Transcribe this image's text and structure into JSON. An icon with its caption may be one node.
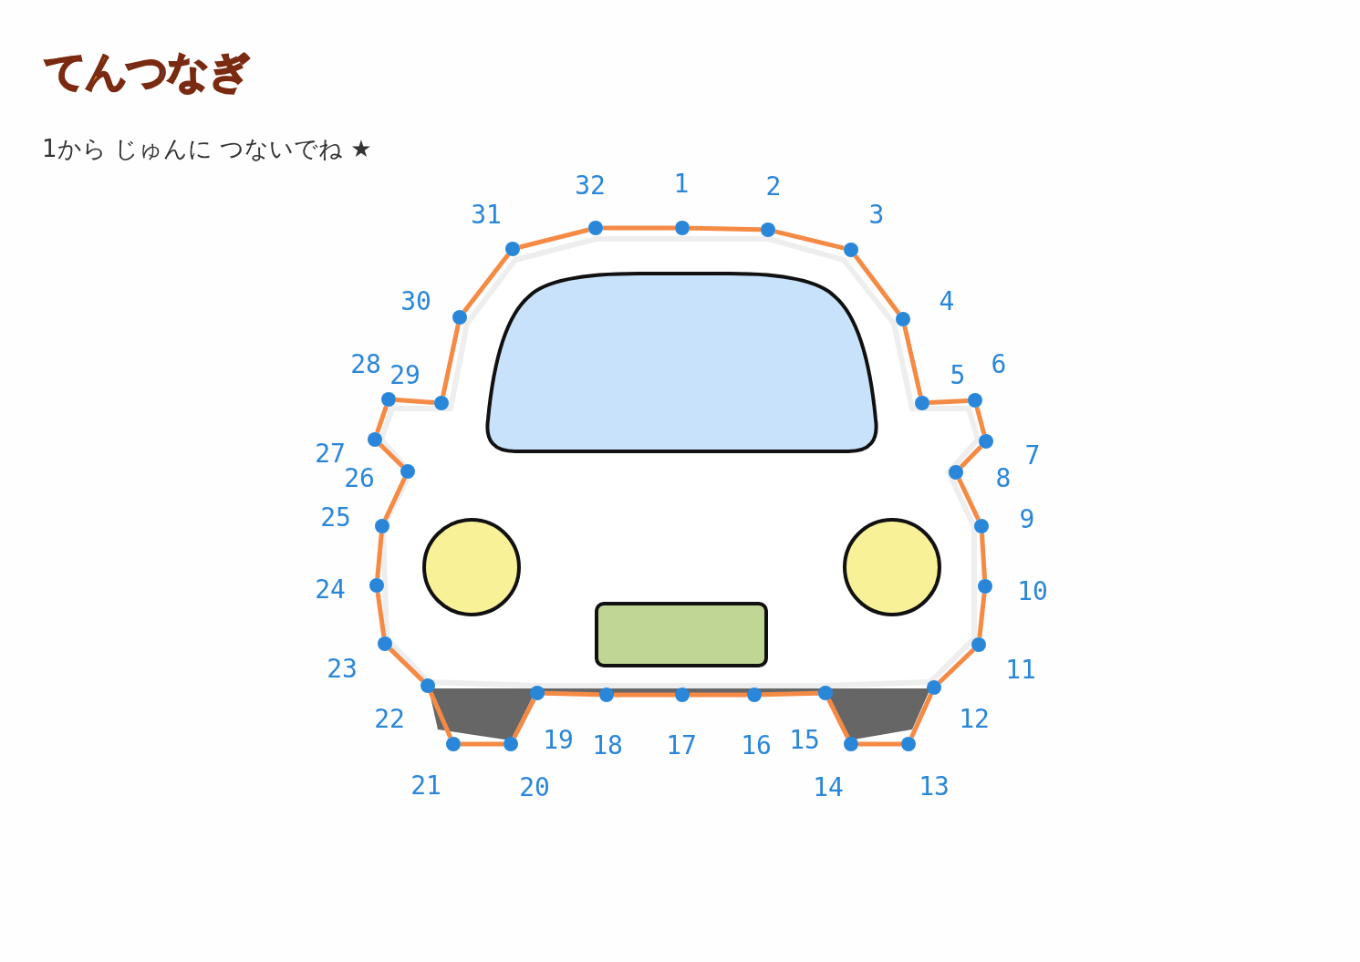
{
  "diagram": {
    "title": "てんつなぎ",
    "labels": [
      "1から じゅんに つないでね ★"
    ],
    "nodes": [
      {
        "text": [],
        "shape": "circle",
        "beside": [
          "1"
        ]
      },
      {
        "text": [],
        "shape": "circle",
        "beside": [
          "2"
        ]
      },
      {
        "text": [],
        "shape": "circle",
        "beside": [
          "3"
        ]
      },
      {
        "text": [],
        "shape": "circle",
        "beside": [
          "4"
        ]
      },
      {
        "text": [],
        "shape": "circle",
        "beside": [
          "5"
        ]
      },
      {
        "text": [],
        "shape": "circle",
        "beside": [
          "6"
        ]
      },
      {
        "text": [],
        "shape": "circle",
        "beside": [
          "7"
        ]
      },
      {
        "text": [],
        "shape": "circle",
        "beside": [
          "8"
        ]
      },
      {
        "text": [],
        "shape": "circle",
        "beside": [
          "9"
        ]
      },
      {
        "text": [],
        "shape": "circle",
        "beside": [
          "10"
        ]
      },
      {
        "text": [],
        "shape": "circle",
        "beside": [
          "11"
        ]
      },
      {
        "text": [],
        "shape": "circle",
        "beside": [
          "12"
        ]
      },
      {
        "text": [],
        "shape": "circle",
        "beside": [
          "13"
        ]
      },
      {
        "text": [],
        "shape": "circle",
        "beside": [
          "14"
        ]
      },
      {
        "text": [],
        "shape": "circle",
        "beside": [
          "15"
        ]
      },
      {
        "text": [],
        "shape": "circle",
        "beside": [
          "16"
        ]
      },
      {
        "text": [],
        "shape": "circle",
        "beside": [
          "17"
        ]
      },
      {
        "text": [],
        "shape": "circle",
        "beside": [
          "18"
        ]
      },
      {
        "text": [],
        "shape": "circle",
        "beside": [
          "19"
        ]
      },
      {
        "text": [],
        "shape": "circle",
        "beside": [
          "20"
        ]
      },
      {
        "text": [],
        "shape": "circle",
        "beside": [
          "21"
        ]
      },
      {
        "text": [],
        "shape": "circle",
        "beside": [
          "22"
        ]
      },
      {
        "text": [],
        "shape": "circle",
        "beside": [
          "23"
        ]
      },
      {
        "text": [],
        "shape": "circle",
        "beside": [
          "24"
        ]
      },
      {
        "text": [],
        "shape": "circle",
        "beside": [
          "25"
        ]
      },
      {
        "text": [],
        "shape": "circle",
        "beside": [
          "26"
        ]
      },
      {
        "text": [],
        "shape": "circle",
        "beside": [
          "27"
        ]
      },
      {
        "text": [],
        "shape": "circle",
        "beside": [
          "28"
        ]
      },
      {
        "text": [],
        "shape": "circle",
        "beside": [
          "29"
        ]
      },
      {
        "text": [],
        "shape": "circle",
        "beside": [
          "30"
        ]
      },
      {
        "text": [],
        "shape": "circle",
        "beside": [
          "31"
        ]
      },
      {
        "text": [],
        "shape": "circle",
        "beside": [
          "32"
        ]
      }
    ],
    "edges": [
      {
        "from": 0,
        "to": 1,
        "arrow": "none"
      },
      {
        "from": 1,
        "to": 2,
        "arrow": "none"
      },
      {
        "from": 2,
        "to": 3,
        "arrow": "none"
      },
      {
        "from": 3,
        "to": 4,
        "arrow": "none"
      },
      {
        "from": 4,
        "to": 5,
        "arrow": "none"
      },
      {
        "from": 5,
        "to": 6,
        "arrow": "none"
      },
      {
        "from": 6,
        "to": 7,
        "arrow": "none"
      },
      {
        "from": 7,
        "to": 8,
        "arrow": "none"
      },
      {
        "from": 8,
        "to": 9,
        "arrow": "none"
      },
      {
        "from": 9,
        "to": 10,
        "arrow": "none"
      },
      {
        "from": 10,
        "to": 11,
        "arrow": "none"
      },
      {
        "from": 11,
        "to": 12,
        "arrow": "none"
      },
      {
        "from": 12,
        "to": 13,
        "arrow": "none"
      },
      {
        "from": 13,
        "to": 14,
        "arrow": "none"
      },
      {
        "from": 14,
        "to": 15,
        "arrow": "none"
      },
      {
        "from": 15,
        "to": 16,
        "arrow": "none"
      },
      {
        "from": 16,
        "to": 17,
        "arrow": "none"
      },
      {
        "from": 17,
        "to": 18,
        "arrow": "none"
      },
      {
        "from": 18,
        "to": 19,
        "arrow": "none"
      },
      {
        "from": 19,
        "to": 20,
        "arrow": "none"
      },
      {
        "from": 20,
        "to": 21,
        "arrow": "none"
      },
      {
        "from": 21,
        "to": 22,
        "arrow": "none"
      },
      {
        "from": 22,
        "to": 23,
        "arrow": "none"
      },
      {
        "from": 23,
        "to": 24,
        "arrow": "none"
      },
      {
        "from": 24,
        "to": 25,
        "arrow": "none"
      },
      {
        "from": 25,
        "to": 26,
        "arrow": "none"
      },
      {
        "from": 26,
        "to": 27,
        "arrow": "none"
      },
      {
        "from": 27,
        "to": 28,
        "arrow": "none"
      },
      {
        "from": 28,
        "to": 29,
        "arrow": "none"
      },
      {
        "from": 29,
        "to": 30,
        "arrow": "none"
      },
      {
        "from": 30,
        "to": 31,
        "arrow": "none"
      },
      {
        "from": 31,
        "to": 0,
        "arrow": "none"
      }
    ]
  }
}
